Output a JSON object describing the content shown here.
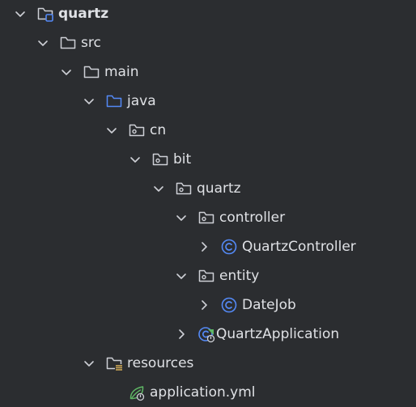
{
  "tree": {
    "quartz_root": "quartz",
    "src": "src",
    "main": "main",
    "java": "java",
    "cn": "cn",
    "bit": "bit",
    "quartz_pkg": "quartz",
    "controller": "controller",
    "quartz_controller": "QuartzController",
    "entity": "entity",
    "date_job": "DateJob",
    "quartz_application": "QuartzApplication",
    "resources": "resources",
    "application_yml": "application.yml"
  },
  "icons": {
    "module": "module-folder-icon",
    "folder": "folder-icon",
    "source_folder": "source-folder-icon",
    "package": "package-icon",
    "class": "class-icon",
    "spring_app_class": "spring-boot-class-icon",
    "resources_folder": "resources-folder-icon",
    "yaml_file": "spring-yaml-file-icon",
    "expanded": "chevron-down-icon",
    "collapsed": "chevron-right-icon"
  },
  "colors": {
    "background": "#2b2d30",
    "text": "#dfe1e5",
    "chevron": "#ced0d6",
    "class_blue": "#548af7",
    "source_blue": "#548af7",
    "spring_green": "#5fb865",
    "resources_yellow": "#d6ae58"
  }
}
